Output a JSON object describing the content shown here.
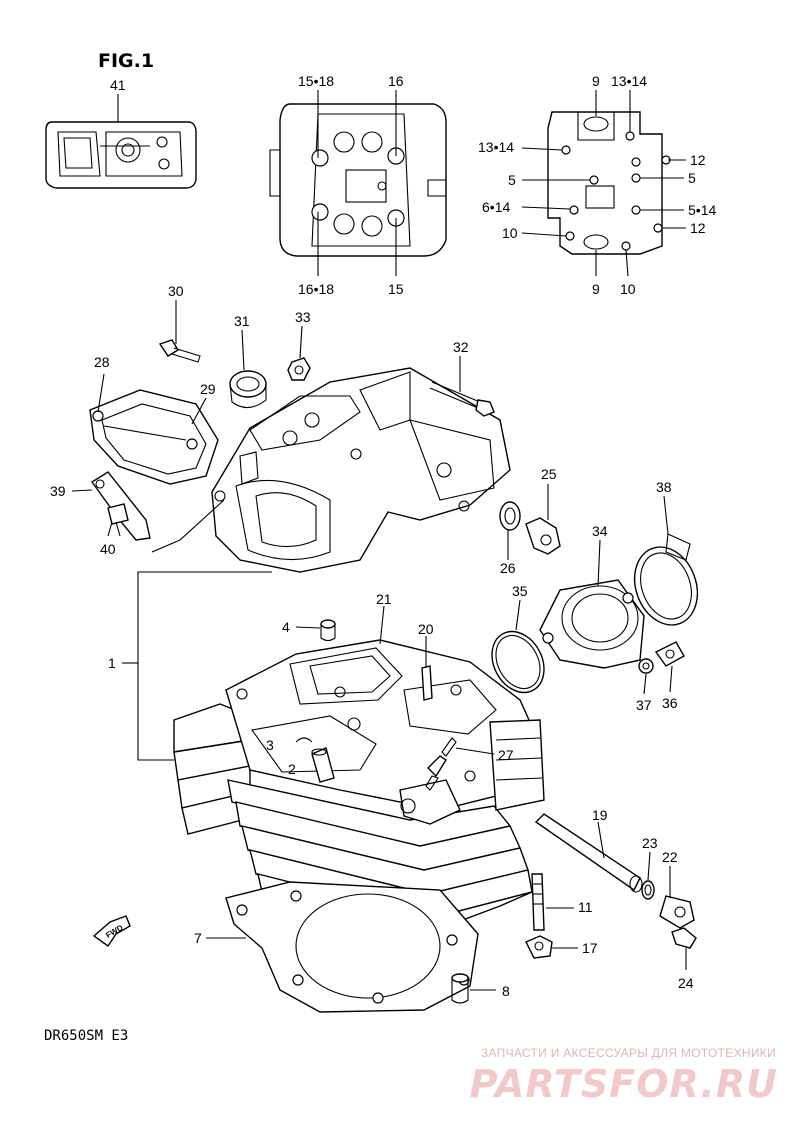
{
  "figure_title": "FIG.1",
  "model_code": "DR650SM E3",
  "watermark": {
    "tagline": "ЗАПЧАСТИ И АКСЕССУАРЫ ДЛЯ МОТОТЕХНИКИ",
    "brand": "PARTSFOR.RU"
  },
  "callouts": {
    "c41": "41",
    "c15_18": "15•18",
    "c16": "16",
    "c16_18": "16•18",
    "c15": "15",
    "c9_top": "9",
    "c13_14_top": "13•14",
    "c13_14_left": "13•14",
    "c12_top": "12",
    "c5_left": "5",
    "c5_right": "5",
    "c6_14": "6•14",
    "c5_14": "5•14",
    "c10_left": "10",
    "c12_bottom": "12",
    "c9_bottom": "9",
    "c10_bottom": "10",
    "c30": "30",
    "c31": "31",
    "c33": "33",
    "c32": "32",
    "c28": "28",
    "c29": "29",
    "c39": "39",
    "c40": "40",
    "c25": "25",
    "c26": "26",
    "c38": "38",
    "c34": "34",
    "c35": "35",
    "c36": "36",
    "c37": "37",
    "c1": "1",
    "c4": "4",
    "c21": "21",
    "c20": "20",
    "c3": "3",
    "c2": "2",
    "c27": "27",
    "c19": "19",
    "c23": "23",
    "c22": "22",
    "c24": "24",
    "c11": "11",
    "c17": "17",
    "c7": "7",
    "c8": "8",
    "fwd": "FWD"
  }
}
